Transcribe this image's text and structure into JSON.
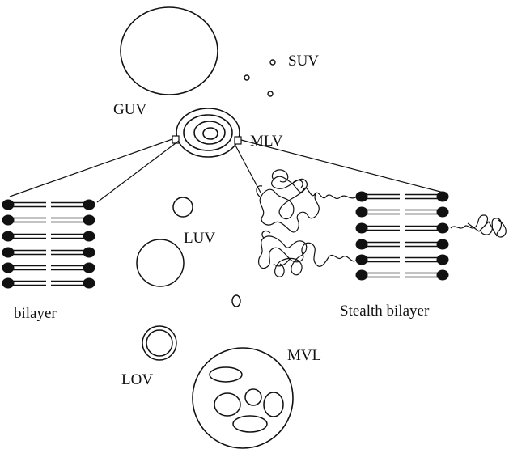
{
  "labels": {
    "guv": "GUV",
    "suv": "SUV",
    "mlv": "MLV",
    "luv": "LUV",
    "lov": "LOV",
    "mvl": "MVL",
    "bilayer": "bilayer",
    "stealth_bilayer": "Stealth bilayer"
  },
  "colors": {
    "ink": "#111111",
    "background": "#ffffff"
  }
}
